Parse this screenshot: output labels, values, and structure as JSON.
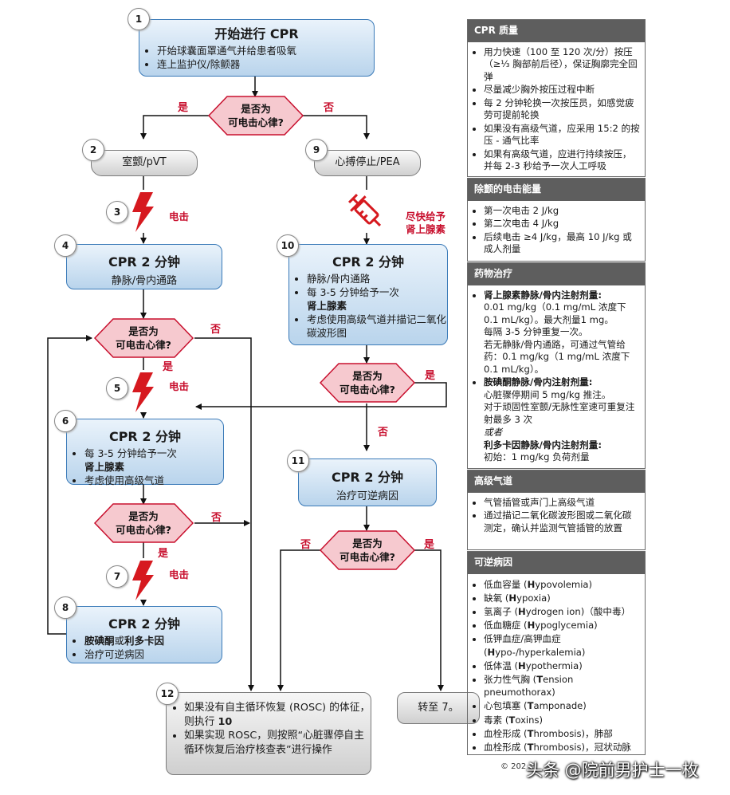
{
  "step1": {
    "num": "1",
    "title": "开始进行 CPR",
    "items": [
      "开始球囊面罩通气并给患者吸氧",
      "连上监护仪/除颤器"
    ]
  },
  "decision1": {
    "line1": "是否为",
    "line2": "可电击心律?",
    "yes": "是",
    "no": "否"
  },
  "step2": {
    "num": "2",
    "label": "室颤/pVT"
  },
  "step9": {
    "num": "9",
    "label": "心搏停止/PEA"
  },
  "step3": {
    "num": "3",
    "label": "电击",
    "icon": "lightning-icon"
  },
  "drug_label": {
    "line1": "尽快给予",
    "line2": "肾上腺素",
    "icon": "syringe-icon"
  },
  "step4": {
    "num": "4",
    "title": "CPR 2 分钟",
    "sub": "静脉/骨内通路"
  },
  "step10": {
    "num": "10",
    "title": "CPR 2 分钟",
    "item1": "静脉/骨内通路",
    "item2a": "每 3-5 分钟给予一次",
    "item2b": "肾上腺素",
    "item3": "考虑使用高级气道并描记二氧化碳波形图"
  },
  "decision2": {
    "line1": "是否为",
    "line2": "可电击心律?",
    "yes": "是",
    "no": "否"
  },
  "decision3": {
    "line1": "是否为",
    "line2": "可电击心律?",
    "yes": "是",
    "no": "否"
  },
  "step5": {
    "num": "5",
    "label": "电击"
  },
  "step6": {
    "num": "6",
    "title": "CPR 2 分钟",
    "item1a": "每 3-5 分钟给予一次",
    "item1b": "肾上腺素",
    "item2": "考虑使用高级气道"
  },
  "step11": {
    "num": "11",
    "title": "CPR 2 分钟",
    "sub": "治疗可逆病因"
  },
  "decision4": {
    "line1": "是否为",
    "line2": "可电击心律?",
    "yes": "是",
    "no": "否"
  },
  "decision5": {
    "line1": "是否为",
    "line2": "可电击心律?",
    "yes": "是",
    "no": "否"
  },
  "step7": {
    "num": "7",
    "label": "电击"
  },
  "step8": {
    "num": "8",
    "title": "CPR 2 分钟",
    "item1a": "胺碘酮",
    "item1b": "或",
    "item1c": "利多卡因",
    "item2": "治疗可逆病因"
  },
  "step12": {
    "num": "12",
    "item1a": "如果没有自主循环恢复 (ROSC) 的体征，则执行 ",
    "item1b": "10",
    "item2": "如果实现 ROSC，则按照“心脏骤停自主循环恢复后治疗核查表”进行操作"
  },
  "goto7": "转至 7。",
  "panel": {
    "cpr_quality": {
      "title": "CPR 质量",
      "items": [
        "用力快速（100 至 120 次/分）按压（≥⅓ 胸部前后径），保证胸廓完全回弹",
        "尽量减少胸外按压过程中断",
        "每 2 分钟轮换一次按压员，如感觉疲劳可提前轮换",
        "如果没有高级气道，应采用 15:2 的按压 - 通气比率",
        "如果有高级气道，应进行持续按压，并每 2-3 秒给予一次人工呼吸"
      ]
    },
    "shock_energy": {
      "title": "除颤的电击能量",
      "items": [
        "第一次电击 2 J/kg",
        "第二次电击 4 J/kg",
        "后续电击 ≥4 J/kg，最高 10 J/kg 或成人剂量"
      ]
    },
    "drugs": {
      "title": "药物治疗",
      "epi_head": "肾上腺素静脉/骨内注射剂量:",
      "epi_1": "0.01 mg/kg（0.1 mg/mL 浓度下 0.1 mL/kg）。最大剂量1 mg。",
      "epi_2": "每隔 3-5 分钟重复一次。",
      "epi_3": "若无静脉/骨内通路，可通过气管给药：0.1 mg/kg（1 mg/mL 浓度下 0.1 mL/kg）。",
      "amio_head": "胺碘酮静脉/骨内注射剂量:",
      "amio_1": "心脏骤停期间 5 mg/kg 推注。",
      "amio_2": "对于顽固性室颤/无脉性室速可重复注射最多 3 次",
      "or": "或者",
      "lido_head": "利多卡因静脉/骨内注射剂量:",
      "lido_1": "初始：1 mg/kg 负荷剂量"
    },
    "airway": {
      "title": "高级气道",
      "items": [
        "气管插管或声门上高级气道",
        "通过描记二氧化碳波形图或二氧化碳测定，确认并监测气管插管的放置"
      ]
    },
    "reversible": {
      "title": "可逆病因",
      "items": [
        {
          "pre": "低血容量 (",
          "b": "H",
          "post": "ypovolemia)"
        },
        {
          "pre": "缺氧 (",
          "b": "H",
          "post": "ypoxia)"
        },
        {
          "pre": "氢离子 (",
          "b": "H",
          "post": "ydrogen ion)（酸中毒）"
        },
        {
          "pre": "低血糖症 (",
          "b": "H",
          "post": "ypoglycemia)"
        },
        {
          "pre": "低钾血症/高钾血症 (",
          "b": "H",
          "post": "ypo-/hyperkalemia)"
        },
        {
          "pre": "低体温 (",
          "b": "H",
          "post": "ypothermia)"
        },
        {
          "pre": "张力性气胸 (",
          "b": "T",
          "post": "ension pneumothorax)"
        },
        {
          "pre": "心包填塞 (",
          "b": "T",
          "post": "amponade)"
        },
        {
          "pre": "毒素 (",
          "b": "T",
          "post": "oxins)"
        },
        {
          "pre": "血栓形成 (",
          "b": "T",
          "post": "hrombosis)，肺部"
        },
        {
          "pre": "血栓形成 (",
          "b": "T",
          "post": "hrombosis)，冠状动脉"
        }
      ]
    }
  },
  "footer": {
    "copyright": "© 202",
    "watermark": "头条 @院前男护士一枚"
  },
  "colors": {
    "blue_box": "#b9d4ec",
    "blue_border": "#3a7ab8",
    "diamond_fill": "#f6c9cf",
    "diamond_border": "#c8102e",
    "accent_red": "#c8102e",
    "panel_header": "#5e5e5e"
  }
}
